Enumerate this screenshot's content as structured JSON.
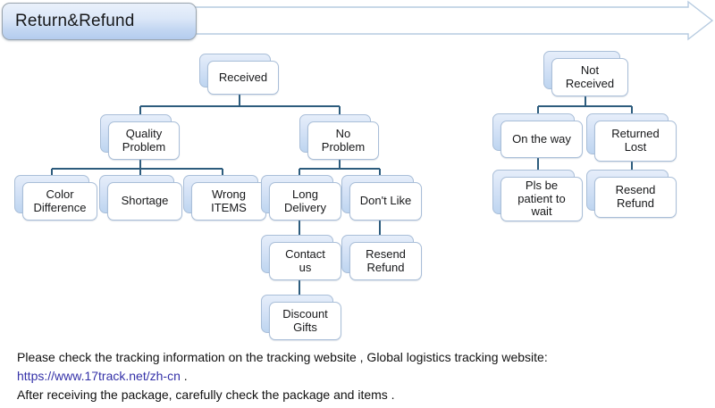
{
  "header": {
    "title": "Return&Refund",
    "arrow_icon": "right-arrow-banner-icon"
  },
  "diagram": {
    "type": "flowchart",
    "nodes": [
      {
        "id": "received",
        "label": "Received",
        "lines": [
          "Received"
        ]
      },
      {
        "id": "quality-problem",
        "label": "Quality Problem",
        "lines": [
          "Quality",
          "Problem"
        ]
      },
      {
        "id": "no-problem",
        "label": "No Problem",
        "lines": [
          "No",
          "Problem"
        ]
      },
      {
        "id": "color-difference",
        "label": "Color Difference",
        "lines": [
          "Color",
          "Difference"
        ]
      },
      {
        "id": "shortage",
        "label": "Shortage",
        "lines": [
          "Shortage"
        ]
      },
      {
        "id": "wrong-items",
        "label": "Wrong ITEMS",
        "lines": [
          "Wrong",
          "ITEMS"
        ]
      },
      {
        "id": "long-delivery",
        "label": "Long Delivery",
        "lines": [
          "Long",
          "Delivery"
        ]
      },
      {
        "id": "dont-like",
        "label": "Don't Like",
        "lines": [
          "Don't Like"
        ]
      },
      {
        "id": "contact-us",
        "label": "Contact us",
        "lines": [
          "Contact",
          "us"
        ]
      },
      {
        "id": "resend-refund-1",
        "label": "Resend Refund",
        "lines": [
          "Resend",
          "Refund"
        ]
      },
      {
        "id": "discount-gifts",
        "label": "Discount Gifts",
        "lines": [
          "Discount",
          "Gifts"
        ]
      },
      {
        "id": "not-received",
        "label": "Not Received",
        "lines": [
          "Not",
          "Received"
        ]
      },
      {
        "id": "on-the-way",
        "label": "On the way",
        "lines": [
          "On the way"
        ]
      },
      {
        "id": "returned-lost",
        "label": "Returned Lost",
        "lines": [
          "Returned",
          "Lost"
        ]
      },
      {
        "id": "pls-be-patient",
        "label": "Pls be patient to wait",
        "lines": [
          "Pls be",
          "patient to",
          "wait"
        ]
      },
      {
        "id": "resend-refund-2",
        "label": "Resend Refund",
        "lines": [
          "Resend",
          "Refund"
        ]
      }
    ],
    "edges": [
      {
        "from": "received",
        "to": "quality-problem"
      },
      {
        "from": "received",
        "to": "no-problem"
      },
      {
        "from": "quality-problem",
        "to": "color-difference"
      },
      {
        "from": "quality-problem",
        "to": "shortage"
      },
      {
        "from": "quality-problem",
        "to": "wrong-items"
      },
      {
        "from": "no-problem",
        "to": "long-delivery"
      },
      {
        "from": "no-problem",
        "to": "dont-like"
      },
      {
        "from": "long-delivery",
        "to": "contact-us"
      },
      {
        "from": "contact-us",
        "to": "discount-gifts"
      },
      {
        "from": "dont-like",
        "to": "resend-refund-1"
      },
      {
        "from": "not-received",
        "to": "on-the-way"
      },
      {
        "from": "not-received",
        "to": "returned-lost"
      },
      {
        "from": "on-the-way",
        "to": "pls-be-patient"
      },
      {
        "from": "returned-lost",
        "to": "resend-refund-2"
      }
    ]
  },
  "footer": {
    "line1": "Please check the tracking information on the tracking website , Global logistics tracking website:",
    "link": "https://www.17track.net/zh-cn",
    "link_tail": " .",
    "line3": "After receiving the package, carefully check the package and items ."
  },
  "colors": {
    "connector": "#2d5c7d",
    "banner_border": "#9aa4ad",
    "node_back": "#bed5f0",
    "node_border": "#a9bed8",
    "link": "#3431a8",
    "background": "#ffffff"
  }
}
